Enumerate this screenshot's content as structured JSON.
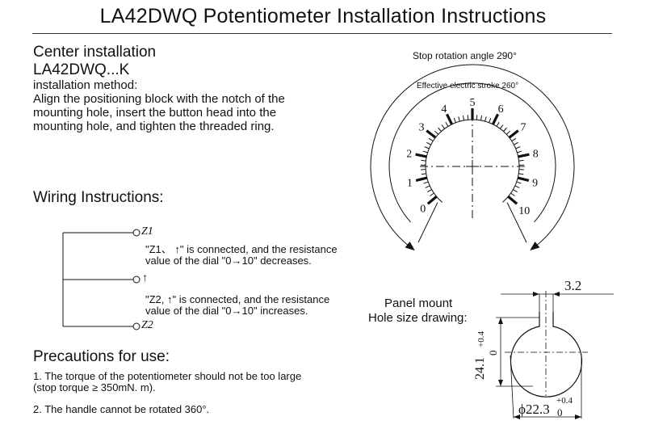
{
  "title": "LA42DWQ Potentiometer Installation Instructions",
  "center_installation": {
    "heading": "Center installation",
    "model": "LA42DWQ...K",
    "method_label": "installation method:",
    "method_lines": [
      "Align the positioning block with the notch of the",
      "mounting hole, insert the button head into the",
      "mounting hole, and tighten the threaded ring."
    ]
  },
  "wiring": {
    "heading": "Wiring Instructions:",
    "terminals": [
      "Z1",
      "↑",
      "Z2"
    ],
    "note1": [
      "\"Z1、 ↑\" is connected, and the resistance",
      "value of the dial \"0→10\" decreases."
    ],
    "note2": [
      "\"Z2, ↑\" is connected, and the resistance",
      "value of the dial \"0→10\" increases."
    ]
  },
  "precautions": {
    "heading": "Precautions for use:",
    "item1": [
      "1. The torque of the potentiometer should not be too large",
      "(stop torque ≥ 350mN. m)."
    ],
    "item2": "2. The handle cannot be rotated 360°."
  },
  "dial": {
    "stop_rotation_label": "Stop rotation angle 290°",
    "effective_stroke_label": "Effective electric stroke 260°",
    "numbers": [
      "0",
      "1",
      "2",
      "3",
      "4",
      "5",
      "6",
      "7",
      "8",
      "9",
      "10"
    ],
    "stop_rotation_deg": 290,
    "effective_stroke_deg": 260
  },
  "panel_mount": {
    "label_line1": "Panel mount",
    "label_line2": "Hole size drawing:",
    "slot_width": "3.2",
    "height_dim": "24.1",
    "height_tol_upper": "+0.4",
    "height_tol_lower": "0",
    "diameter_dim": "ϕ22.3",
    "diameter_tol_upper": "+0.4",
    "diameter_tol_lower": "0"
  }
}
